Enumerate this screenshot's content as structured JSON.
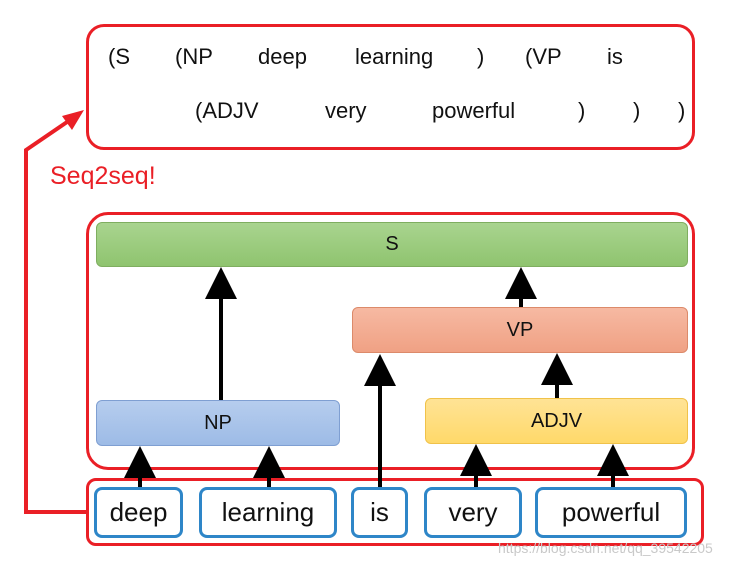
{
  "output": {
    "line1": [
      "(S",
      "(NP",
      "deep",
      "learning",
      ")",
      "(VP",
      "is"
    ],
    "line2": [
      "(ADJV",
      "very",
      "powerful",
      ")",
      ")",
      ")"
    ]
  },
  "label": "Seq2seq!",
  "tree": {
    "s": "S",
    "vp": "VP",
    "np": "NP",
    "adjv": "ADJV"
  },
  "words": [
    "deep",
    "learning",
    "is",
    "very",
    "powerful"
  ],
  "watermark": "https://blog.csdn.net/qq_39542205",
  "colors": {
    "border_red": "#ea1f26",
    "word_blue": "#2e86c8",
    "s_green": "#9fcd82",
    "vp_salmon": "#f3ab8f",
    "np_blue": "#a8c4ea",
    "adjv_yellow": "#ffde7f"
  }
}
